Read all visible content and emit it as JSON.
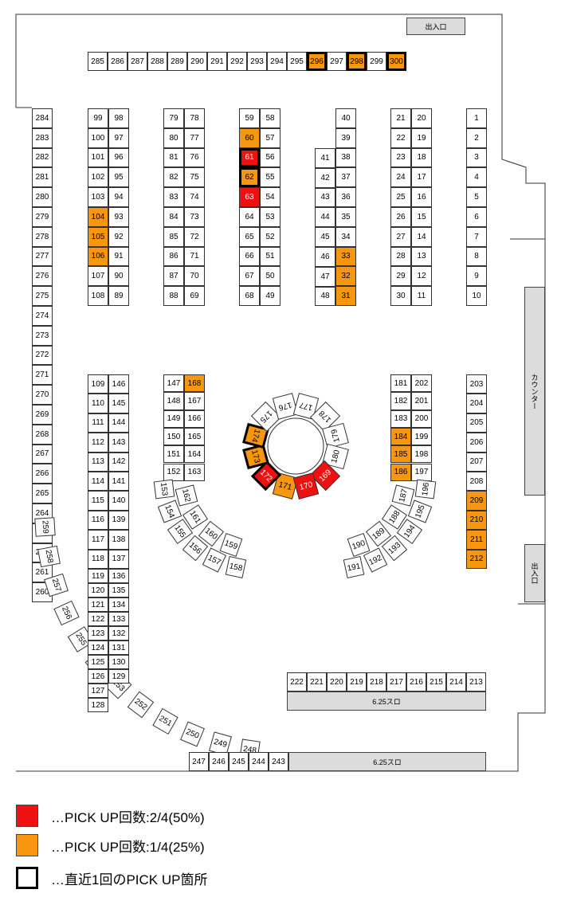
{
  "facilities": {
    "entrance_top": "出入口",
    "counter": "カウンター",
    "entrance_side": "出入口",
    "slot_1": "6.25スロ",
    "slot_2": "6.25スロ"
  },
  "colors": {
    "red": "#ee1111",
    "orange": "#f7960f"
  },
  "legend": [
    {
      "style": "red",
      "label": "…PICK UP回数:2/4(50%)"
    },
    {
      "style": "orange",
      "label": "…PICK UP回数:1/4(25%)"
    },
    {
      "style": "outline",
      "label": "…直近1回のPICK UP箇所"
    }
  ],
  "status": {
    "red": [
      61,
      63,
      169,
      170,
      172
    ],
    "orange": [
      33,
      32,
      31,
      60,
      62,
      104,
      105,
      106,
      168,
      171,
      173,
      174,
      184,
      185,
      186,
      209,
      210,
      211,
      212,
      296,
      298,
      300
    ],
    "recent": [
      61,
      62,
      172,
      173,
      174,
      296,
      298,
      300
    ]
  },
  "machines": {
    "top_row": [
      285,
      286,
      287,
      288,
      289,
      290,
      291,
      292,
      293,
      294,
      295,
      296,
      297,
      298,
      299,
      300
    ],
    "left_wall": [
      284,
      283,
      282,
      281,
      280,
      279,
      278,
      277,
      276,
      275,
      274,
      273,
      272,
      271,
      270,
      269,
      268,
      267,
      266,
      265,
      264,
      263,
      262,
      261,
      260
    ],
    "left_wall_curve": [
      259,
      258,
      257,
      256,
      255,
      254,
      253,
      252,
      251,
      250,
      249,
      248
    ],
    "bottom_row": [
      247,
      246,
      245,
      244,
      243
    ],
    "island_a_left": [
      99,
      100,
      101,
      102,
      103,
      104,
      105,
      106,
      107,
      108
    ],
    "island_a_right": [
      98,
      97,
      96,
      95,
      94,
      93,
      92,
      91,
      90,
      89
    ],
    "island_b_left": [
      79,
      80,
      81,
      82,
      83,
      84,
      85,
      86,
      87,
      88
    ],
    "island_b_right": [
      78,
      77,
      76,
      75,
      74,
      73,
      72,
      71,
      70,
      69
    ],
    "island_c_left": [
      59,
      60,
      61,
      62,
      63,
      64,
      65,
      66,
      67,
      68
    ],
    "island_c_right": [
      58,
      57,
      56,
      55,
      54,
      53,
      52,
      51,
      50,
      49
    ],
    "island_d_left": [
      41,
      42,
      43,
      44,
      45,
      46,
      47,
      48
    ],
    "island_d_right": [
      40,
      39,
      38,
      37,
      36,
      35,
      34,
      33,
      32,
      31
    ],
    "island_e_left": [
      21,
      22,
      23,
      24,
      25,
      26,
      27,
      28,
      29,
      30
    ],
    "island_e_right": [
      20,
      19,
      18,
      17,
      16,
      15,
      14,
      13,
      12,
      11
    ],
    "right_column": [
      1,
      2,
      3,
      4,
      5,
      6,
      7,
      8,
      9,
      10
    ],
    "curve1_outer_straight": [
      109,
      110,
      111,
      112,
      113,
      114,
      115,
      116,
      117,
      118
    ],
    "curve1_outer_arc": [
      119,
      120,
      121,
      122,
      123,
      124,
      125,
      126,
      127,
      128
    ],
    "curve1_inner_straight": [
      146,
      145,
      144,
      143,
      142,
      141,
      140,
      139,
      138,
      137
    ],
    "curve1_inner_arc": [
      136,
      135,
      134,
      133,
      132,
      131,
      130,
      129
    ],
    "curve2_outer_straight": [
      147,
      148,
      149,
      150,
      151,
      152
    ],
    "curve2_outer_arc": [
      153,
      154,
      155,
      156,
      157,
      158
    ],
    "curve2_inner_straight": [
      168,
      167,
      166,
      165,
      164,
      163
    ],
    "curve2_inner_arc": [
      162,
      161,
      160,
      159
    ],
    "curve3_outer_straight": [
      202,
      201,
      200,
      199,
      198,
      197
    ],
    "curve3_outer_arc": [
      196,
      195,
      194,
      193,
      192,
      191
    ],
    "curve3_inner_straight": [
      181,
      182,
      183,
      184,
      185,
      186
    ],
    "curve3_inner_arc": [
      187,
      188,
      189,
      190
    ],
    "circle": [
      171,
      172,
      173,
      174,
      175,
      176,
      177,
      178,
      179,
      180,
      169,
      170
    ],
    "right_lower_column": [
      203,
      204,
      205,
      206,
      207,
      208,
      209,
      210,
      211,
      212
    ],
    "slot_row": [
      222,
      221,
      220,
      219,
      218,
      217,
      216,
      215,
      214,
      213
    ]
  }
}
